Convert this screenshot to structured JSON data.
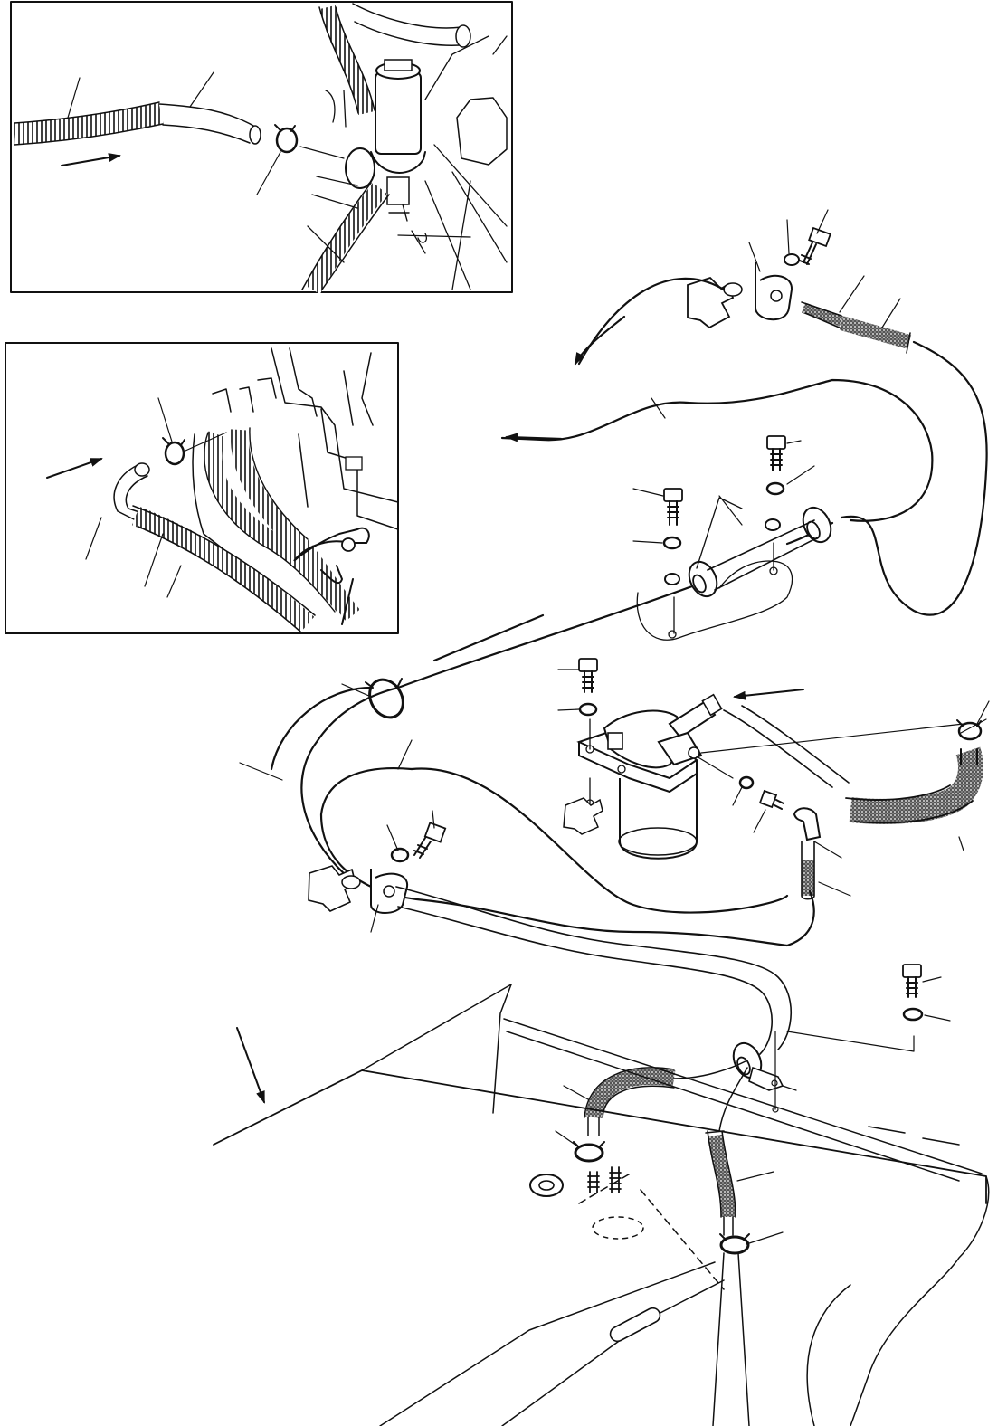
{
  "diagram": {
    "background": "#ffffff",
    "ink": "#111111",
    "inset_views": [
      "detail-upper-left",
      "detail-middle-left"
    ],
    "icons": [
      "flow-arrow",
      "hose-clamp",
      "bolt",
      "washer",
      "clip",
      "fuel-filter",
      "fuel-tank",
      "hose",
      "corrugated-tube",
      "pipe-fitting",
      "elbow-fitting"
    ]
  }
}
